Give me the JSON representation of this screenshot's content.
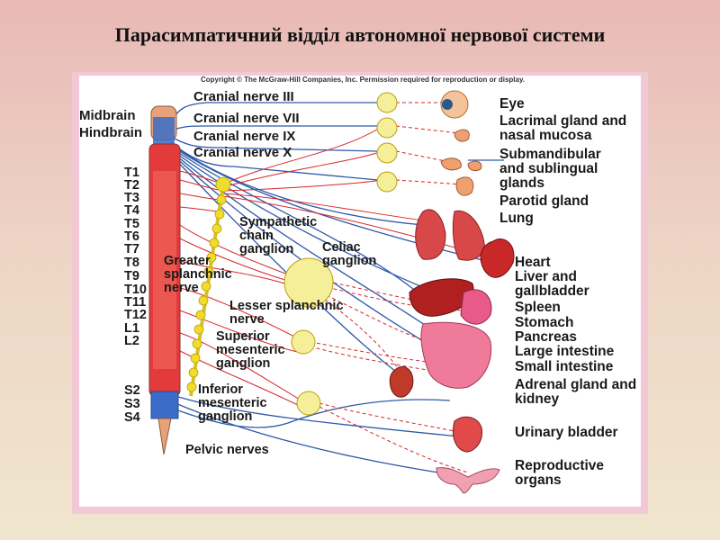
{
  "slide_title": "Парасимпатичний відділ автономної нервової системи",
  "copyright": "Copyright © The McGraw-Hill Companies, Inc. Permission required for reproduction or display.",
  "brain_labels": [
    "Midbrain",
    "Hindbrain"
  ],
  "cranial_nerves": [
    "Cranial nerve III",
    "Cranial nerve VII",
    "Cranial nerve IX",
    "Cranial nerve X"
  ],
  "spinal_segments": [
    "T1",
    "T2",
    "T3",
    "T4",
    "T5",
    "T6",
    "T7",
    "T8",
    "T9",
    "T10",
    "T11",
    "T12",
    "L1",
    "L2",
    "S2",
    "S3",
    "S4"
  ],
  "ganglia": {
    "sympathetic_chain": "Sympathetic chain ganglion",
    "celiac": "Celiac ganglion",
    "greater_splanchnic": "Greater splanchnic nerve",
    "lesser_splanchnic": "Lesser splanchnic nerve",
    "superior_mesenteric": "Superior mesenteric ganglion",
    "inferior_mesenteric": "Inferior mesenteric ganglion",
    "pelvic": "Pelvic nerves"
  },
  "organs": {
    "eye": "Eye",
    "lacrimal": "Lacrimal gland and nasal mucosa",
    "submandibular": "Submandibular and sublingual glands",
    "parotid": "Parotid gland",
    "lung": "Lung",
    "heart": "Heart",
    "liver": "Liver and gallbladder",
    "spleen": "Spleen",
    "stomach": "Stomach",
    "pancreas": "Pancreas",
    "large_intestine": "Large intestine",
    "small_intestine": "Small intestine",
    "adrenal": "Adrenal gland and kidney",
    "bladder": "Urinary bladder",
    "reproductive": "Reproductive organs"
  },
  "colors": {
    "parasympathetic": "#2e5aa8",
    "sympathetic": "#d8262b",
    "chain": "#f0dc2a",
    "ganglion_fill": "#f6ef9a",
    "spine": "#e8a27a"
  }
}
